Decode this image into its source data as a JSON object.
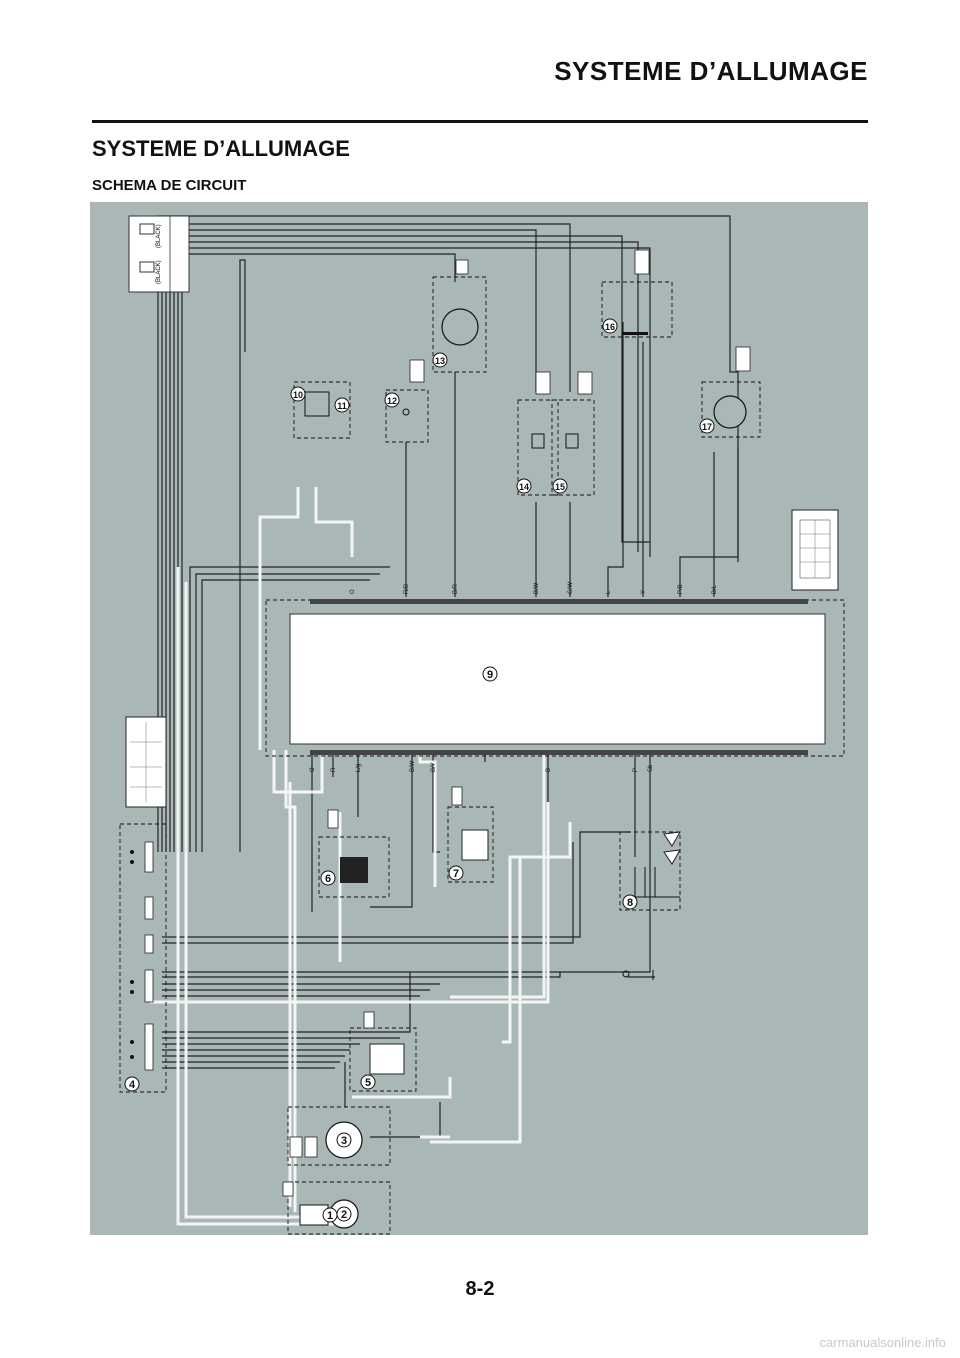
{
  "header": {
    "title": "SYSTEME D’ALLUMAGE"
  },
  "section": {
    "title": "SYSTEME D’ALLUMAGE",
    "subtitle": "SCHEMA DE CIRCUIT"
  },
  "diagram": {
    "component_numbers": [
      "1",
      "2",
      "3",
      "4",
      "5",
      "6",
      "7",
      "8",
      "9",
      "10",
      "11",
      "12",
      "13",
      "14",
      "15",
      "16",
      "17"
    ],
    "connector_tags": [
      "(BLACK)",
      "(BLACK)"
    ],
    "top_wire_labels": [
      "O",
      "R/B",
      "B/R",
      "B/W",
      "G/W",
      "L",
      "Y",
      "P/B",
      "B/L"
    ],
    "bottom_wire_labels": [
      "O",
      "R",
      "L/g",
      "B/W",
      "B/Y",
      "B",
      "P",
      "Sb"
    ]
  },
  "footer": {
    "page_number": "8-2",
    "watermark": "carmanualsonline.info"
  }
}
